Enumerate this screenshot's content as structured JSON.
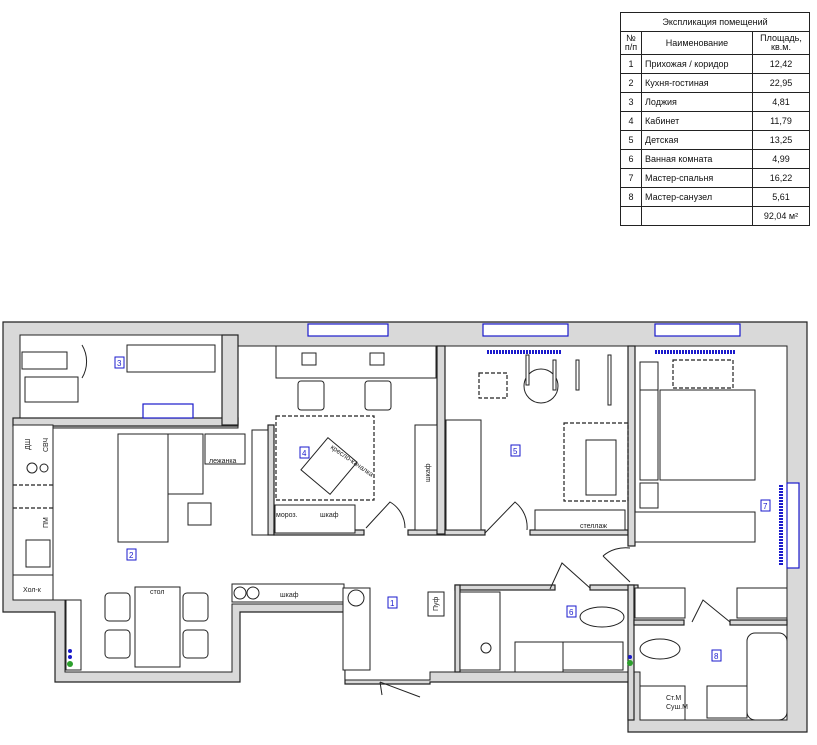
{
  "legend": {
    "title": "Экспликация помещений",
    "headers": {
      "num": "№ п/п",
      "name": "Наименование",
      "area": "Площадь, кв.м."
    },
    "rows": [
      {
        "num": "1",
        "name": "Прихожая / коридор",
        "area": "12,42"
      },
      {
        "num": "2",
        "name": "Кухня-гостиная",
        "area": "22,95"
      },
      {
        "num": "3",
        "name": "Лоджия",
        "area": "4,81"
      },
      {
        "num": "4",
        "name": "Кабинет",
        "area": "11,79"
      },
      {
        "num": "5",
        "name": "Детская",
        "area": "13,25"
      },
      {
        "num": "6",
        "name": "Ванная комната",
        "area": "4,99"
      },
      {
        "num": "7",
        "name": "Мастер-спальня",
        "area": "16,22"
      },
      {
        "num": "8",
        "name": "Мастер-санузел",
        "area": "5,61"
      }
    ],
    "total": "92,04 м²"
  },
  "plan": {
    "room_numbers": [
      "1",
      "2",
      "3",
      "4",
      "5",
      "6",
      "7",
      "8"
    ],
    "labels": {
      "dishwasher": "ДШ",
      "microwave": "СВЧ",
      "dish_machine": "ПМ",
      "fridge": "Хол-к",
      "table": "стол",
      "corridor_wardrobe": "шкаф",
      "daybed": "лежанка",
      "rocking_chair": "кресло-качалка",
      "freezer": "мороз.",
      "study_wardrobe": "шкаф",
      "partition_wardrobe": "шкаф",
      "shelving": "стеллаж",
      "pouf": "Пуф",
      "washer": "Ст.М",
      "dryer": "Суш.М"
    },
    "colors": {
      "wall": "#d9d9d9",
      "window": "#1a1acc",
      "line": "#222222"
    }
  }
}
